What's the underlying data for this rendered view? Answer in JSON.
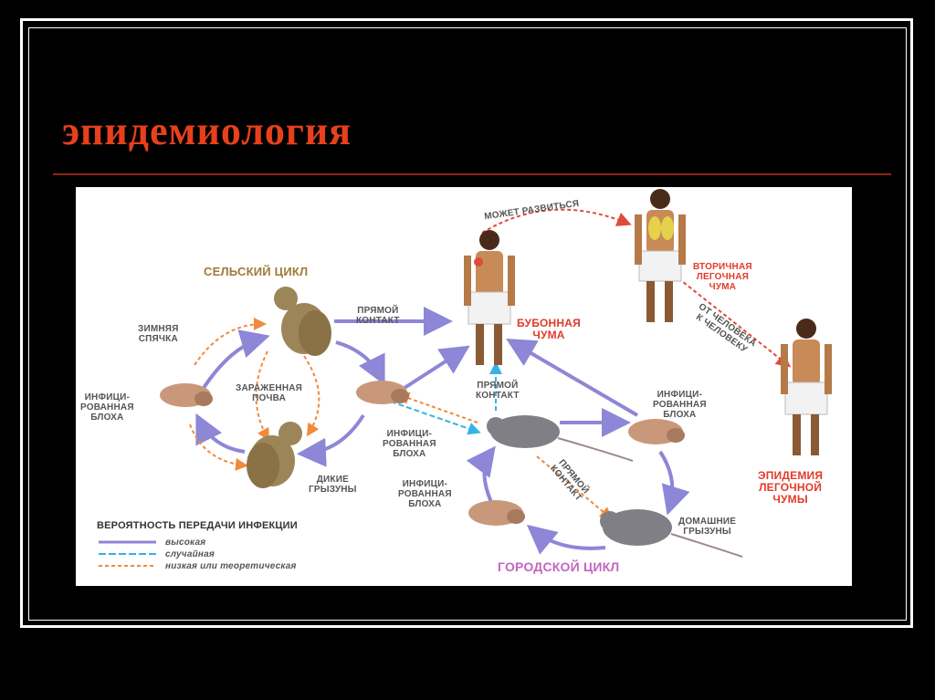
{
  "slide": {
    "title": "эпидемиология"
  },
  "diagram": {
    "rural_cycle": "СЕЛЬСКИЙ ЦИКЛ",
    "urban_cycle": "ГОРОДСКОЙ ЦИКЛ",
    "hibernation": [
      "ЗИМНЯЯ",
      "СПЯЧКА"
    ],
    "infected_flea_left": [
      "ИНФИЦИ-",
      "РОВАННАЯ",
      "БЛОХА"
    ],
    "infected_soil": [
      "ЗАРАЖЕННАЯ",
      "ПОЧВА"
    ],
    "wild_rodents": [
      "ДИКИЕ",
      "ГРЫЗУНЫ"
    ],
    "direct_contact_top": [
      "ПРЯМОЙ",
      "КОНТАКТ"
    ],
    "infected_flea_center": [
      "ИНФИЦИ-",
      "РОВАННАЯ",
      "БЛОХА"
    ],
    "direct_contact_mid": [
      "ПРЯМОЙ",
      "КОНТАКТ"
    ],
    "infected_flea_right": [
      "ИНФИЦИ-",
      "РОВАННАЯ",
      "БЛОХА"
    ],
    "infected_flea_bottom": [
      "ИНФИЦИ-",
      "РОВАННАЯ",
      "БЛОХА"
    ],
    "direct_contact_diag": [
      "ПРЯМОЙ",
      "КОНТАКТ"
    ],
    "domestic_rodents": [
      "ДОМАШНИЕ",
      "ГРЫЗУНЫ"
    ],
    "bubonic_plague": [
      "БУБОННАЯ",
      "ЧУМА"
    ],
    "may_develop": "МОЖЕТ РАЗВИТЬСЯ",
    "secondary_pneumonic": [
      "ВТОРИЧНАЯ",
      "ЛЕГОЧНАЯ",
      "ЧУМА"
    ],
    "person_to_person": [
      "ОТ ЧЕЛОВЕКА",
      "К ЧЕЛОВЕКУ"
    ],
    "epidemic": [
      "ЭПИДЕМИЯ",
      "ЛЕГОЧНОЙ",
      "ЧУМЫ"
    ],
    "legend": {
      "title": "ВЕРОЯТНОСТЬ ПЕРЕДАЧИ ИНФЕКЦИИ",
      "items": [
        {
          "label": "высокая",
          "color": "#8e86d6"
        },
        {
          "label": "случайная",
          "color": "#35b3e6"
        },
        {
          "label": "низкая или теоретическая",
          "color": "#f08a3c"
        }
      ]
    }
  }
}
